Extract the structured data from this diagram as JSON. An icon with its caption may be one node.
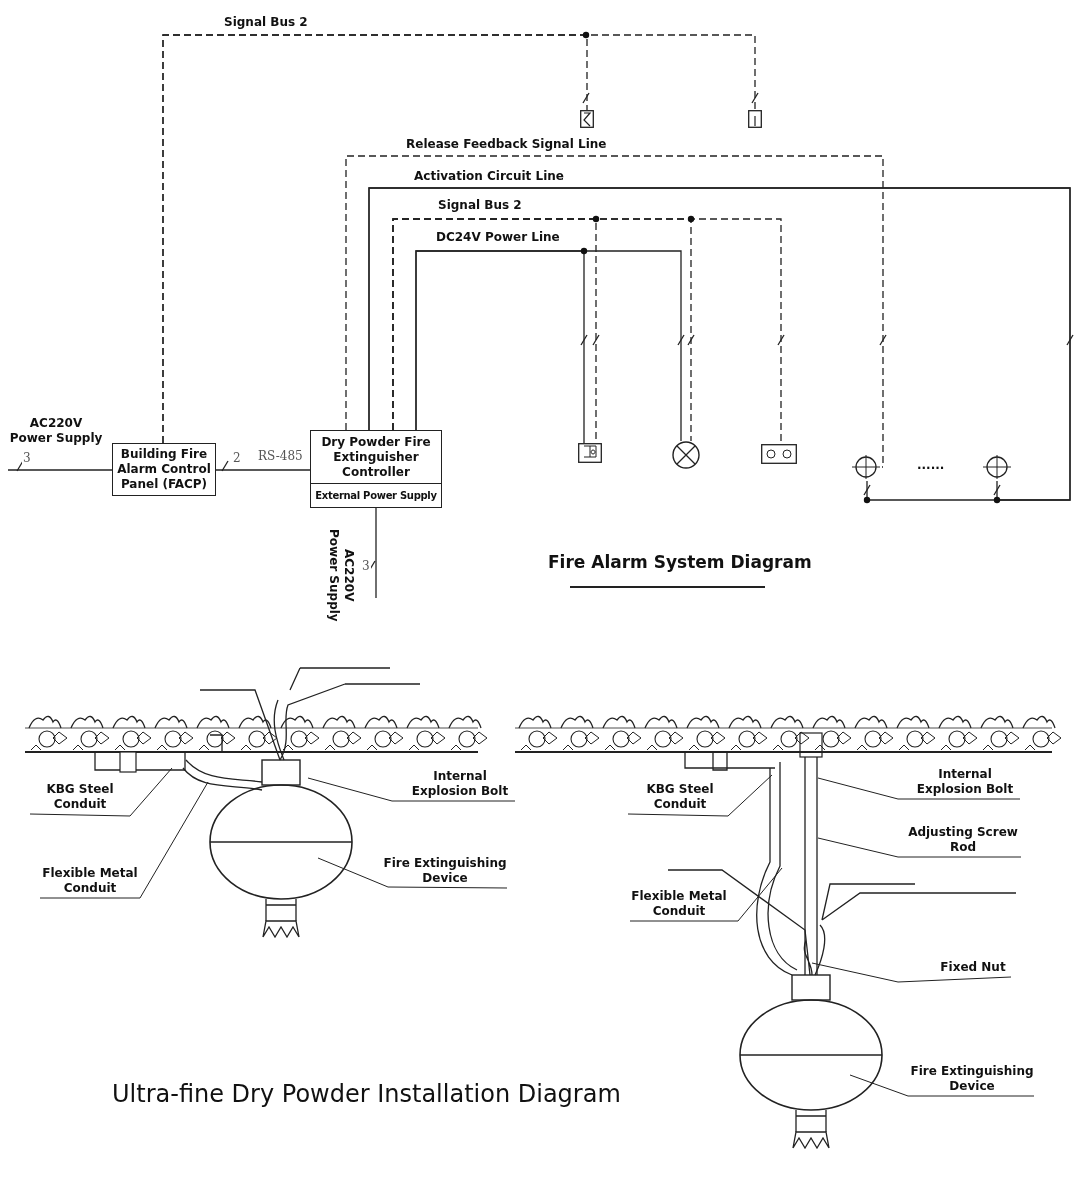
{
  "diagram": {
    "title": "Fire Alarm System Diagram",
    "caption": "Ultra-fine Dry Powder Installation Diagram",
    "nodes": [
      {
        "text": [
          "Building Fire Alarm Control Panel (FACP)"
        ]
      },
      {
        "text": [
          "Dry Powder Fire Extinguisher Controller",
          "External Power Supply"
        ]
      },
      {
        "text": [],
        "shape": "box"
      },
      {
        "text": [],
        "shape": "box"
      },
      {
        "text": [],
        "shape": "box"
      },
      {
        "text": [],
        "shape": "circle"
      },
      {
        "text": [],
        "shape": "box"
      },
      {
        "text": [],
        "shape": "circle"
      },
      {
        "text": [],
        "shape": "circle"
      },
      {
        "text": [
          "AC220V Power Supply"
        ]
      },
      {
        "text": [
          "AC220V Power Supply"
        ]
      },
      {
        "text": [
          "KBG Steel Conduit"
        ]
      },
      {
        "text": [
          "Internal Explosion Bolt"
        ]
      },
      {
        "text": [
          "Flexible Metal Conduit"
        ]
      },
      {
        "text": [
          "Fire Extinguishing Device"
        ]
      },
      {
        "text": [
          "KBG Steel Conduit"
        ]
      },
      {
        "text": [
          "Internal Explosion Bolt"
        ]
      },
      {
        "text": [
          "Adjusting Screw Rod"
        ]
      },
      {
        "text": [
          "Flexible Metal Conduit"
        ]
      },
      {
        "text": [
          "Fixed Nut"
        ]
      },
      {
        "text": [
          "Fire Extinguishing Device"
        ]
      }
    ],
    "edges": [
      {
        "from": 9,
        "to": 0,
        "arrow": "none",
        "label": "3"
      },
      {
        "from": 0,
        "to": 1,
        "arrow": "none",
        "label": "2"
      },
      {
        "from": 1,
        "to": 10,
        "arrow": "none",
        "label": "3"
      },
      {
        "from": 0,
        "to": 2,
        "arrow": "none",
        "style": "dashed",
        "label": "Signal Bus 2"
      },
      {
        "from": 0,
        "to": 3,
        "arrow": "none",
        "style": "dashed"
      },
      {
        "from": 1,
        "to": 7,
        "arrow": "none",
        "style": "dashed",
        "label": "Release Feedback Signal Line"
      },
      {
        "from": 1,
        "to": 7,
        "arrow": "none",
        "label": "Activation Circuit Line"
      },
      {
        "from": 1,
        "to": 8,
        "arrow": "none"
      },
      {
        "from": 1,
        "to": 4,
        "arrow": "none",
        "style": "dashed",
        "label": "Signal Bus 2"
      },
      {
        "from": 1,
        "to": 5,
        "arrow": "none",
        "style": "dashed"
      },
      {
        "from": 1,
        "to": 6,
        "arrow": "none",
        "style": "dashed"
      },
      {
        "from": 1,
        "to": 4,
        "arrow": "none",
        "label": "DC24V Power Line"
      },
      {
        "from": 1,
        "to": 5,
        "arrow": "none"
      },
      {
        "from": 11,
        "to": null,
        "arrow": "none"
      },
      {
        "from": 12,
        "to": null,
        "arrow": "none"
      },
      {
        "from": 13,
        "to": null,
        "arrow": "none"
      },
      {
        "from": 14,
        "to": null,
        "arrow": "none"
      },
      {
        "from": 15,
        "to": null,
        "arrow": "none"
      },
      {
        "from": 16,
        "to": null,
        "arrow": "none"
      },
      {
        "from": 17,
        "to": null,
        "arrow": "none"
      },
      {
        "from": 18,
        "to": null,
        "arrow": "none"
      },
      {
        "from": 19,
        "to": null,
        "arrow": "none"
      },
      {
        "from": 20,
        "to": null,
        "arrow": "none"
      }
    ],
    "labels": [
      "RS-485",
      "......"
    ]
  }
}
